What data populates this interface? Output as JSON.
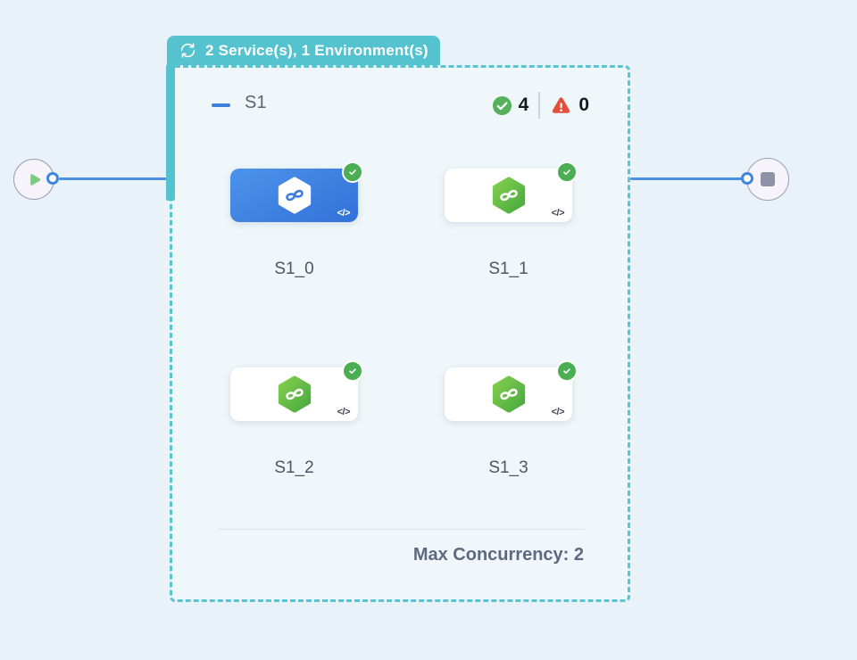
{
  "header_badge": {
    "label": "2 Service(s), 1 Environment(s)",
    "icon": "cycle-icon",
    "background_color": "#54c2cf"
  },
  "stage": {
    "title": "S1",
    "success_count": "4",
    "failed_count": "0",
    "footer_label": "Max Concurrency: 2"
  },
  "services": {
    "code_glyph": "</>",
    "items": [
      {
        "label": "S1_0",
        "selected": true,
        "status": "success"
      },
      {
        "label": "S1_1",
        "selected": false,
        "status": "success"
      },
      {
        "label": "S1_2",
        "selected": false,
        "status": "success"
      },
      {
        "label": "S1_3",
        "selected": false,
        "status": "success"
      }
    ]
  },
  "flow": {
    "start_icon": "play-icon",
    "end_icon": "stop-icon",
    "edge_color": "#4a91e6"
  },
  "colors": {
    "teal_accent": "#54c2cf",
    "selected_blue": "#3d7fe0",
    "success_green": "#57b15c",
    "error_red": "#e2503c",
    "canvas_background": "#e8f2f8"
  }
}
